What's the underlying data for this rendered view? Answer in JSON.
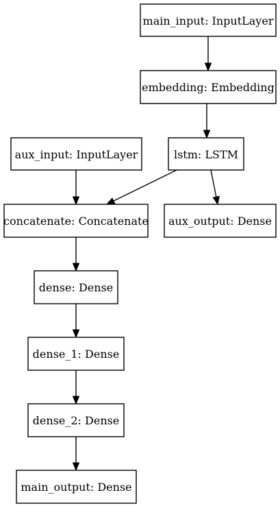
{
  "nodes": [
    {
      "id": "main_input",
      "label": "main_input: InputLayer"
    },
    {
      "id": "embedding",
      "label": "embedding: Embedding"
    },
    {
      "id": "aux_input",
      "label": "aux_input: InputLayer"
    },
    {
      "id": "lstm",
      "label": "lstm: LSTM"
    },
    {
      "id": "concatenate",
      "label": "concatenate: Concatenate"
    },
    {
      "id": "aux_output",
      "label": "aux_output: Dense"
    },
    {
      "id": "dense",
      "label": "dense: Dense"
    },
    {
      "id": "dense_1",
      "label": "dense_1: Dense"
    },
    {
      "id": "dense_2",
      "label": "dense_2: Dense"
    },
    {
      "id": "main_output",
      "label": "main_output: Dense"
    }
  ],
  "edges": [
    {
      "from": "main_input",
      "to": "embedding"
    },
    {
      "from": "embedding",
      "to": "lstm"
    },
    {
      "from": "aux_input",
      "to": "concatenate"
    },
    {
      "from": "lstm",
      "to": "concatenate"
    },
    {
      "from": "lstm",
      "to": "aux_output"
    },
    {
      "from": "concatenate",
      "to": "dense"
    },
    {
      "from": "dense",
      "to": "dense_1"
    },
    {
      "from": "dense_1",
      "to": "dense_2"
    },
    {
      "from": "dense_2",
      "to": "main_output"
    }
  ]
}
